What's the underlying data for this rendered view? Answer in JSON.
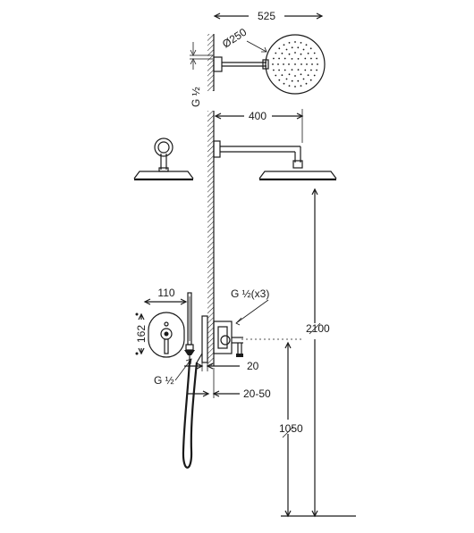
{
  "dimensions": {
    "overall_width": "525",
    "head_diameter": "Ø250",
    "arm_length": "400",
    "thread_arm": "G ½",
    "threads_valve": "G ½(x3)",
    "valve_plate_width": "110",
    "valve_plate_height": "162",
    "thread_hose": "G ½",
    "wall_offset": "20",
    "recess_depth": "20-50",
    "total_height": "2100",
    "valve_height": "1050"
  }
}
